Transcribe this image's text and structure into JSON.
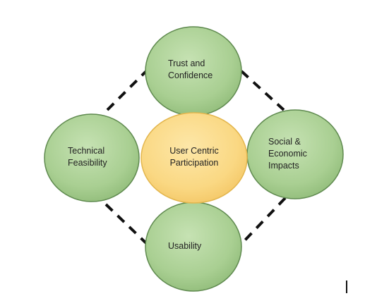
{
  "diagram": {
    "center": {
      "label": "User Centric\nParticipation",
      "fill": "#fad883",
      "stroke": "#e3b64e"
    },
    "nodes": [
      {
        "id": "trust",
        "label": "Trust and\nConfidence"
      },
      {
        "id": "technical",
        "label": "Technical\nFeasibility"
      },
      {
        "id": "social",
        "label": "Social &\nEconomic\nImpacts"
      },
      {
        "id": "usability",
        "label": "Usability"
      }
    ],
    "colors": {
      "node_fill": "#a9cf92",
      "node_stroke": "#5f8a4f",
      "dashed_ring": "#111111"
    }
  }
}
